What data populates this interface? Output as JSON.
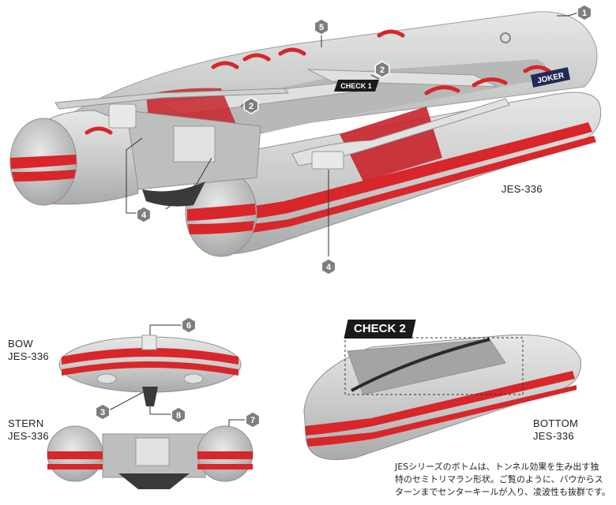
{
  "callouts": [
    "1",
    "2",
    "2",
    "4",
    "4",
    "5",
    "6",
    "3",
    "8",
    "7"
  ],
  "check1": "CHECK 1",
  "check2": "CHECK 2",
  "hull_logo": "JOKER",
  "model_main": "JES-336",
  "bow": {
    "line1": "BOW",
    "line2": "JES-336"
  },
  "stern": {
    "line1": "STERN",
    "line2": "JES-336"
  },
  "bottom": {
    "line1": "BOTTOM",
    "line2": "JES-336"
  },
  "description": {
    "line1": "JESシリーズのボトムは、トンネル効果を生み出す独",
    "line2": "特のセミトリマラン形状。ご覧のように、バウからス",
    "line3": "ターンまでセンターキールが入り、凌波性も抜群です。"
  },
  "colors": {
    "hull": "#cfd1d0",
    "stripe": "#d8262a",
    "dark": "#1a1a1a"
  }
}
